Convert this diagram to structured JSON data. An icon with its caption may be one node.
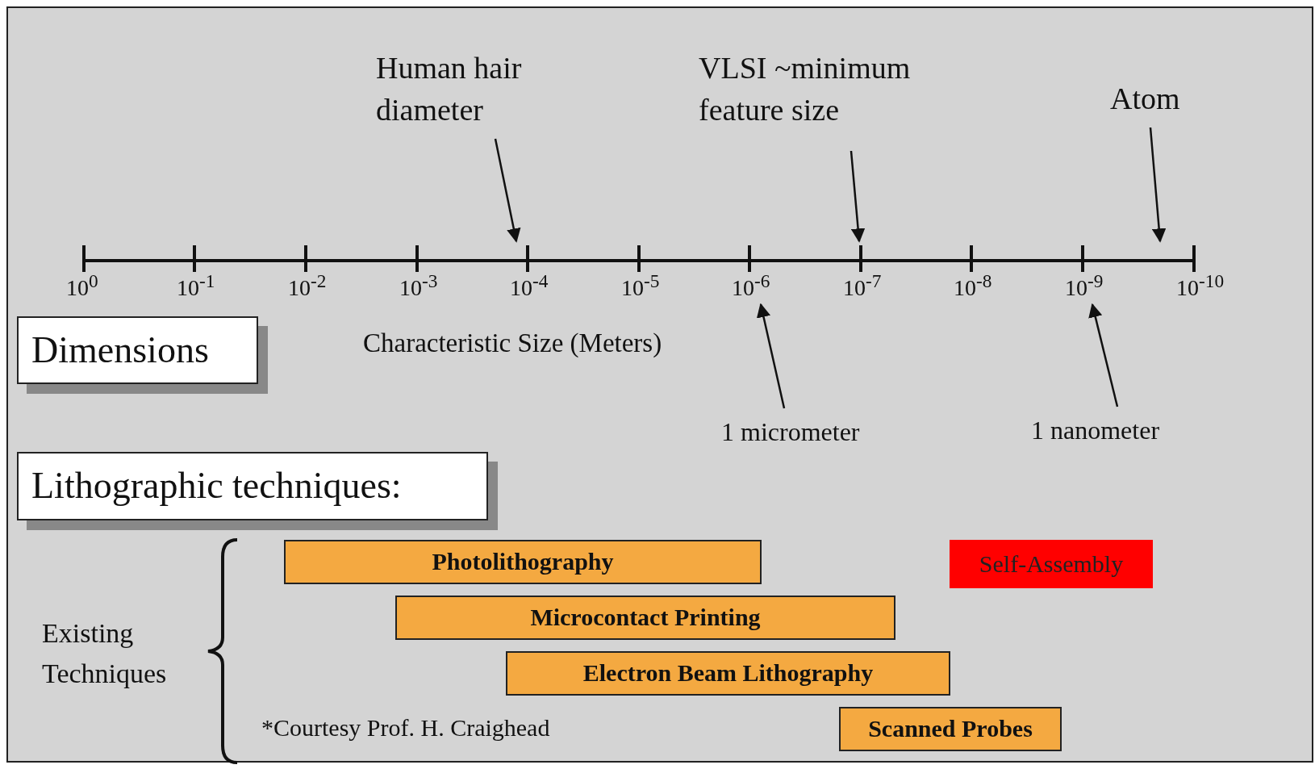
{
  "diagram": {
    "nodes": [
      {
        "text": [
          "Human hair diameter"
        ]
      },
      {
        "text": [
          "VLSI ~minimum feature size"
        ]
      },
      {
        "text": [
          "Atom"
        ]
      },
      {
        "text": [
          "1 micrometer"
        ]
      },
      {
        "text": [
          "1 nanometer"
        ]
      },
      {
        "text": [
          "Dimensions"
        ]
      },
      {
        "text": [
          "Lithographic techniques:"
        ]
      },
      {
        "text": [
          "Photolithography"
        ]
      },
      {
        "text": [
          "Microcontact Printing"
        ]
      },
      {
        "text": [
          "Electron Beam Lithography"
        ]
      },
      {
        "text": [
          "Scanned Probes"
        ]
      },
      {
        "text": [
          "Self-Assembly"
        ]
      },
      {
        "text": [
          "10$^{0}$"
        ]
      },
      {
        "text": [
          "10$^{-1}$"
        ]
      },
      {
        "text": [
          "10$^{-2}$"
        ]
      },
      {
        "text": [
          "10$^{-3}$"
        ]
      },
      {
        "text": [
          "10$^{-4}$"
        ]
      },
      {
        "text": [
          "10$^{-5}$"
        ]
      },
      {
        "text": [
          "10$^{-6}$"
        ]
      },
      {
        "text": [
          "10$^{-7}$"
        ]
      },
      {
        "text": [
          "10$^{-8}$"
        ]
      },
      {
        "text": [
          "10$^{-9}$"
        ]
      },
      {
        "text": [
          "10$^{-10}$"
        ]
      },
      {
        "text": [],
        "shape": "line"
      }
    ],
    "edges": [
      {
        "from": 0,
        "to": 23,
        "arrow": "to"
      },
      {
        "from": 1,
        "to": 23,
        "arrow": "to"
      },
      {
        "from": 2,
        "to": 23,
        "arrow": "to"
      },
      {
        "from": 3,
        "to": 18,
        "arrow": "to"
      },
      {
        "from": 4,
        "to": 21,
        "arrow": "to"
      }
    ],
    "labels": [
      "Characteristic Size (Meters)",
      "Existing Techniques",
      "*Courtesy Prof. H. Craighead"
    ]
  }
}
